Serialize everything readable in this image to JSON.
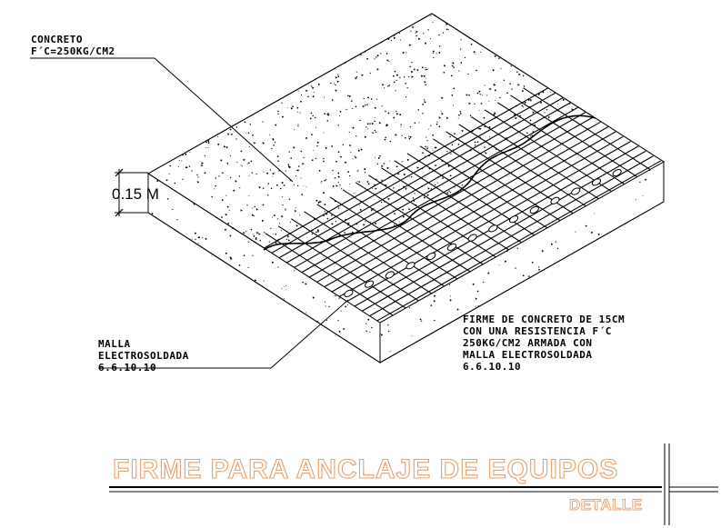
{
  "labels": {
    "concrete": [
      "CONCRETO",
      "F´C=250KG/CM2"
    ],
    "thickness": "0.15 M",
    "mesh": [
      "MALLA",
      "ELECTROSOLDADA",
      "6.6.10.10"
    ],
    "note": [
      "FIRME DE CONCRETO DE 15CM",
      "CON UNA RESISTENCIA F´C",
      "250KG/CM2 ARMADA CON",
      "MALLA ELECTROSOLDADA",
      "6.6.10.10"
    ]
  },
  "title": {
    "main": "FIRME PARA ANCLAJE DE EQUIPOS",
    "sub": "DETALLE"
  },
  "colors": {
    "line": "#000000",
    "title_outline": "#e8a06a"
  }
}
